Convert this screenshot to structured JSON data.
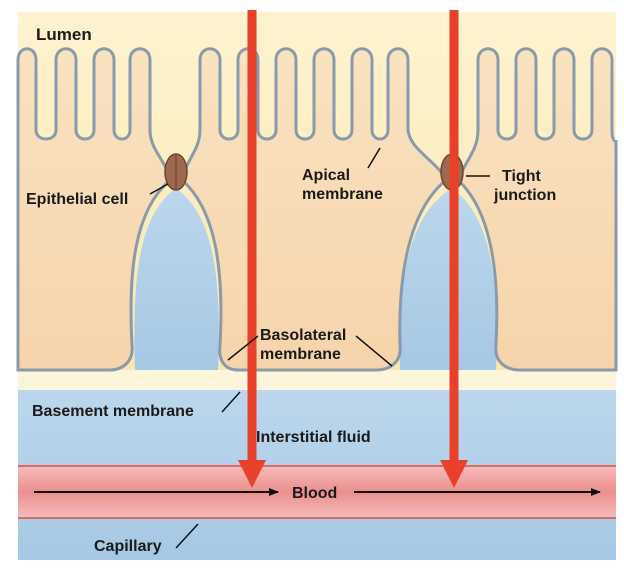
{
  "labels": {
    "lumen": "Lumen",
    "epithelial_cell": "Epithelial cell",
    "apical_line1": "Apical",
    "apical_line2": "membrane",
    "tight_line1": "Tight",
    "tight_line2": "junction",
    "basolateral_line1": "Basolateral",
    "basolateral_line2": "membrane",
    "basement_membrane": "Basement membrane",
    "interstitial_fluid": "Interstitial fluid",
    "blood": "Blood",
    "capillary": "Capillary"
  },
  "colors": {
    "lumen": "#fbeec0",
    "cell": "#f8dcb6",
    "membrane_outline": "#8a9aaa",
    "interstitial": "#a9cbe6",
    "basement": "#fdf4dc",
    "blood": "#ee9a98",
    "arrow": "#e8402a",
    "junction": "#9d6a4f"
  }
}
